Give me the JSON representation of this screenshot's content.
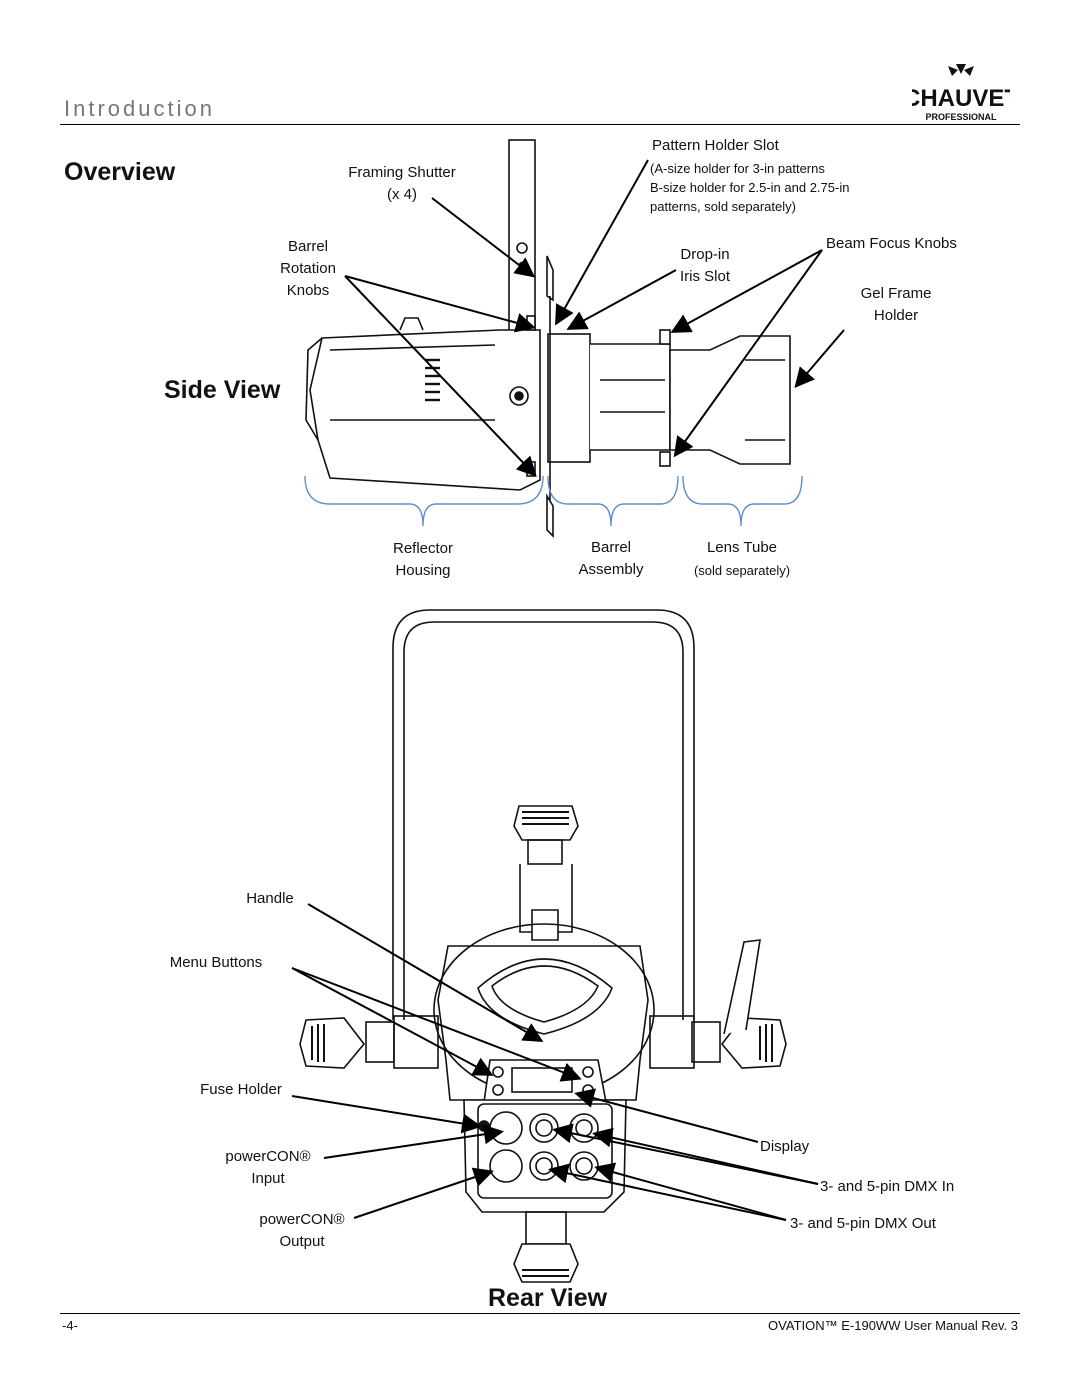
{
  "header": {
    "section": "Introduction",
    "logo_text": "CHAUVET",
    "logo_subtext": "PROFESSIONAL"
  },
  "headings": {
    "overview": "Overview",
    "side_view": "Side View",
    "rear_view": "Rear View"
  },
  "side_labels": {
    "framing_shutter": "Framing Shutter",
    "framing_shutter_qty": "(x 4)",
    "pattern_holder_slot": "Pattern Holder Slot",
    "pattern_holder_note1": "(A-size holder for 3-in patterns",
    "pattern_holder_note2": "B-size holder for 2.5-in and 2.75-in",
    "pattern_holder_note3": "patterns, sold separately)",
    "barrel_rotation_1": "Barrel",
    "barrel_rotation_2": "Rotation",
    "barrel_rotation_3": "Knobs",
    "dropin_1": "Drop-in",
    "dropin_2": "Iris Slot",
    "beam_focus": "Beam Focus Knobs",
    "gel_frame_1": "Gel Frame",
    "gel_frame_2": "Holder",
    "reflector_1": "Reflector",
    "reflector_2": "Housing",
    "barrel_1": "Barrel",
    "barrel_2": "Assembly",
    "lens_tube_1": "Lens Tube",
    "lens_tube_2": "(sold separately)"
  },
  "rear_labels": {
    "handle": "Handle",
    "menu_buttons": "Menu Buttons",
    "fuse_holder": "Fuse Holder",
    "powercon_in_1": "powerCON®",
    "powercon_in_2": "Input",
    "powercon_out_1": "powerCON®",
    "powercon_out_2": "Output",
    "display": "Display",
    "dmx_in": "3- and 5-pin DMX In",
    "dmx_out": "3- and 5-pin DMX Out"
  },
  "footer": {
    "page": "-4-",
    "manual": "OVATION™ E-190WW User Manual Rev. 3"
  },
  "colors": {
    "bracket_blue": "#5b8fd0",
    "rule": "#000000",
    "section_gray": "#777777"
  }
}
